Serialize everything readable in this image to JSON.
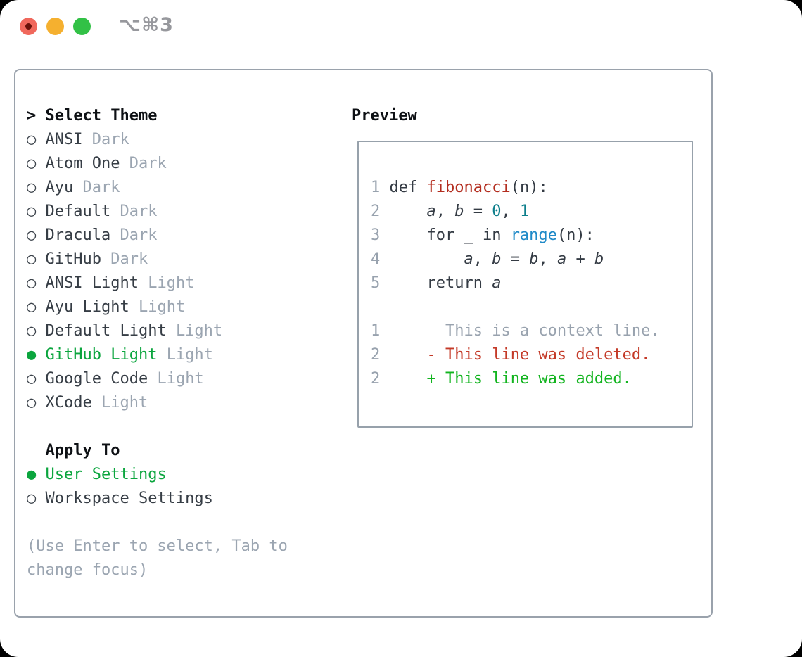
{
  "window": {
    "title": "⌥⌘3"
  },
  "colors": {
    "page_bg": "#000000",
    "window_bg": "#ffffff",
    "panel_border": "#9aa2ac",
    "box_border": "#97a1ab",
    "title_text": "#97989d",
    "traffic_close": "#f0685c",
    "traffic_close_dot": "#691109",
    "traffic_min": "#f5b02f",
    "traffic_zoom": "#32c146",
    "heading": "#0d1014",
    "item": "#363d45",
    "muted": "#9ba5b1",
    "circle": "#3c434b",
    "accent": "#0ba53e",
    "lineno": "#98a2ae",
    "code": "#343b44",
    "func": "#b32d1f",
    "num": "#0c7e8b",
    "builtin": "#1f8ac8",
    "context": "#98a2ae",
    "removed": "#c43a28",
    "added": "#12b41f"
  },
  "theme_picker": {
    "header": {
      "prompt": ">",
      "label": "Select Theme"
    },
    "themes": [
      {
        "name": "ANSI",
        "variant": "Dark",
        "selected": false
      },
      {
        "name": "Atom One",
        "variant": "Dark",
        "selected": false
      },
      {
        "name": "Ayu",
        "variant": "Dark",
        "selected": false
      },
      {
        "name": "Default",
        "variant": "Dark",
        "selected": false
      },
      {
        "name": "Dracula",
        "variant": "Dark",
        "selected": false
      },
      {
        "name": "GitHub",
        "variant": "Dark",
        "selected": false
      },
      {
        "name": "ANSI Light",
        "variant": "Light",
        "selected": false
      },
      {
        "name": "Ayu Light",
        "variant": "Light",
        "selected": false
      },
      {
        "name": "Default Light",
        "variant": "Light",
        "selected": false
      },
      {
        "name": "GitHub Light",
        "variant": "Light",
        "selected": true
      },
      {
        "name": "Google Code",
        "variant": "Light",
        "selected": false
      },
      {
        "name": "XCode",
        "variant": "Light",
        "selected": false
      }
    ],
    "apply_to": {
      "label": "Apply To",
      "options": [
        {
          "name": "User Settings",
          "selected": true
        },
        {
          "name": "Workspace Settings",
          "selected": false
        }
      ]
    },
    "help_lines": [
      "(Use Enter to select, Tab to",
      "change focus)"
    ]
  },
  "preview": {
    "header": "Preview",
    "lines": [
      {
        "num": "1",
        "segs": [
          [
            "def ",
            "code"
          ],
          [
            "fibonacci",
            "func"
          ],
          [
            "(n):",
            "code"
          ]
        ]
      },
      {
        "num": "2",
        "segs": [
          [
            "    ",
            "code"
          ],
          [
            "a",
            "code",
            "i"
          ],
          [
            ", ",
            "code"
          ],
          [
            "b",
            "code",
            "i"
          ],
          [
            " = ",
            "code"
          ],
          [
            "0",
            "num"
          ],
          [
            ", ",
            "code"
          ],
          [
            "1",
            "num"
          ]
        ]
      },
      {
        "num": "3",
        "segs": [
          [
            "    for _ in ",
            "code"
          ],
          [
            "range",
            "builtin"
          ],
          [
            "(n):",
            "code"
          ]
        ]
      },
      {
        "num": "4",
        "segs": [
          [
            "        ",
            "code"
          ],
          [
            "a",
            "code",
            "i"
          ],
          [
            ", ",
            "code"
          ],
          [
            "b",
            "code",
            "i"
          ],
          [
            " = ",
            "code"
          ],
          [
            "b",
            "code",
            "i"
          ],
          [
            ", ",
            "code"
          ],
          [
            "a",
            "code",
            "i"
          ],
          [
            " + ",
            "code"
          ],
          [
            "b",
            "code",
            "i"
          ]
        ]
      },
      {
        "num": "5",
        "segs": [
          [
            "    return ",
            "code"
          ],
          [
            "a",
            "code",
            "i"
          ]
        ]
      },
      {
        "num": "",
        "segs": []
      },
      {
        "num": "1",
        "segs": [
          [
            "      This is a context line.",
            "context"
          ]
        ]
      },
      {
        "num": "2",
        "segs": [
          [
            "    ",
            "code"
          ],
          [
            "- This line was deleted.",
            "removed"
          ]
        ]
      },
      {
        "num": "2",
        "segs": [
          [
            "    ",
            "code"
          ],
          [
            "+ This line was added.",
            "added"
          ]
        ]
      }
    ]
  }
}
